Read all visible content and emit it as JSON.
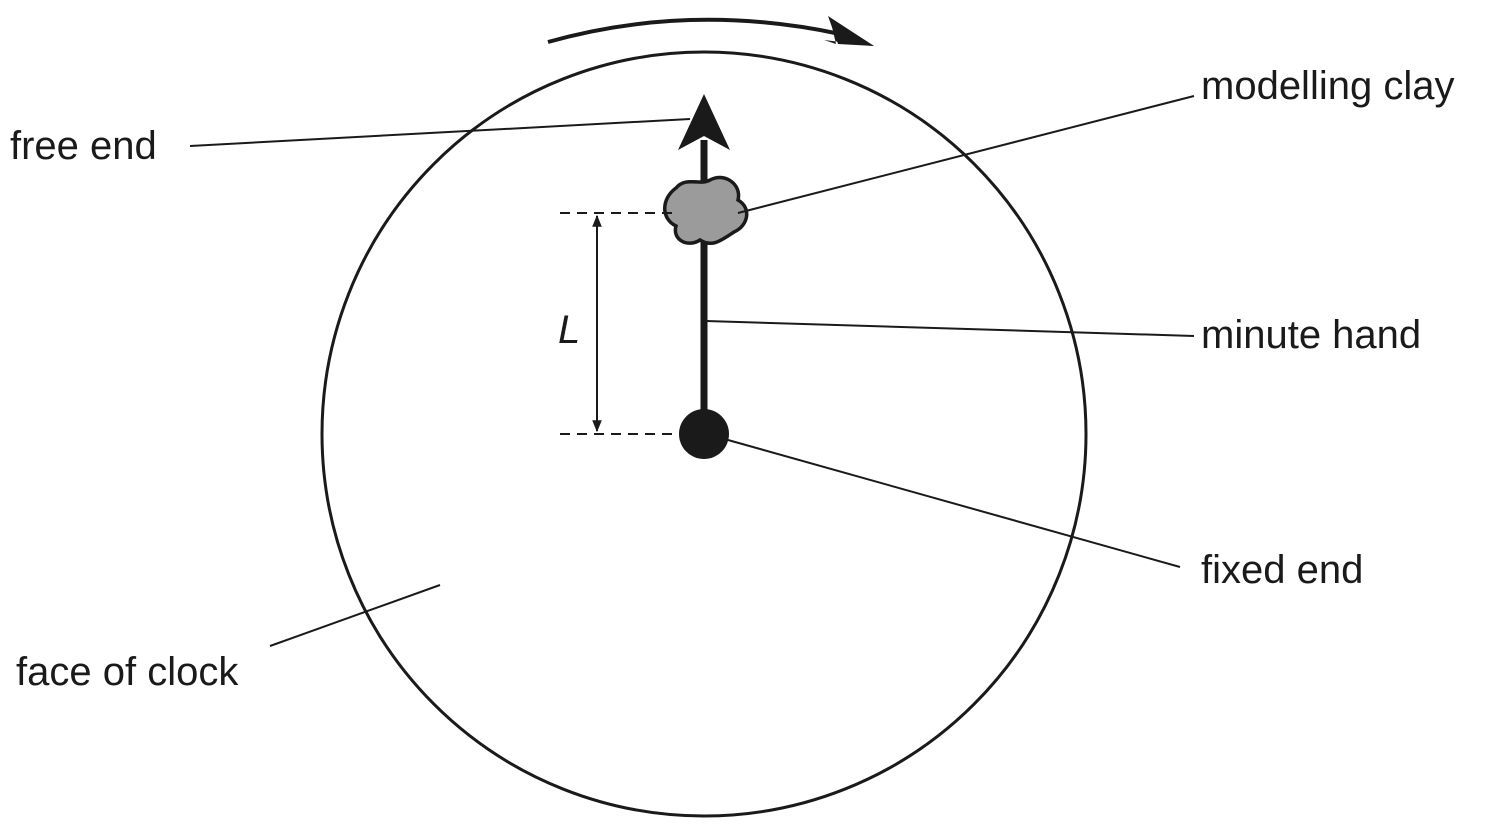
{
  "labels": {
    "modelling_clay": "modelling clay",
    "free_end": "free end",
    "minute_hand": "minute hand",
    "fixed_end": "fixed end",
    "face_of_clock": "face of clock",
    "length": "L"
  },
  "colors": {
    "ink": "#1a1a1a",
    "clay_fill": "#9b9b9b"
  }
}
